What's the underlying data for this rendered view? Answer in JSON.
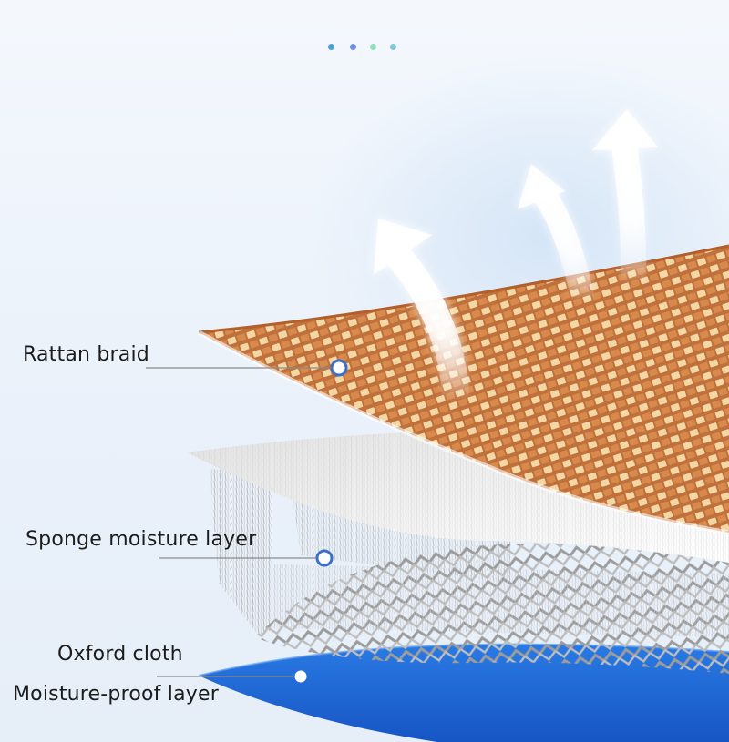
{
  "labels": {
    "rattan": "Rattan braid",
    "sponge": "Sponge moisture layer",
    "oxford": "Oxford cloth",
    "moisture_proof": "Moisture-proof layer"
  },
  "colors": {
    "dot_1": "#4aa3d8",
    "dot_2": "#6f8fe0",
    "dot_3": "#8fe0b8",
    "dot_4": "#7fc6d8",
    "rattan_base": "#c0703a",
    "rattan_highlight": "#f3d7a5",
    "mesh": "#a3a3a3",
    "sponge": "#f0f0f0",
    "oxford_blue": "#1f6fdc",
    "marker_ring": "#3a6fc8"
  },
  "icons": {
    "airflow": "up-arrow-icon",
    "marker": "circle-marker-icon"
  }
}
